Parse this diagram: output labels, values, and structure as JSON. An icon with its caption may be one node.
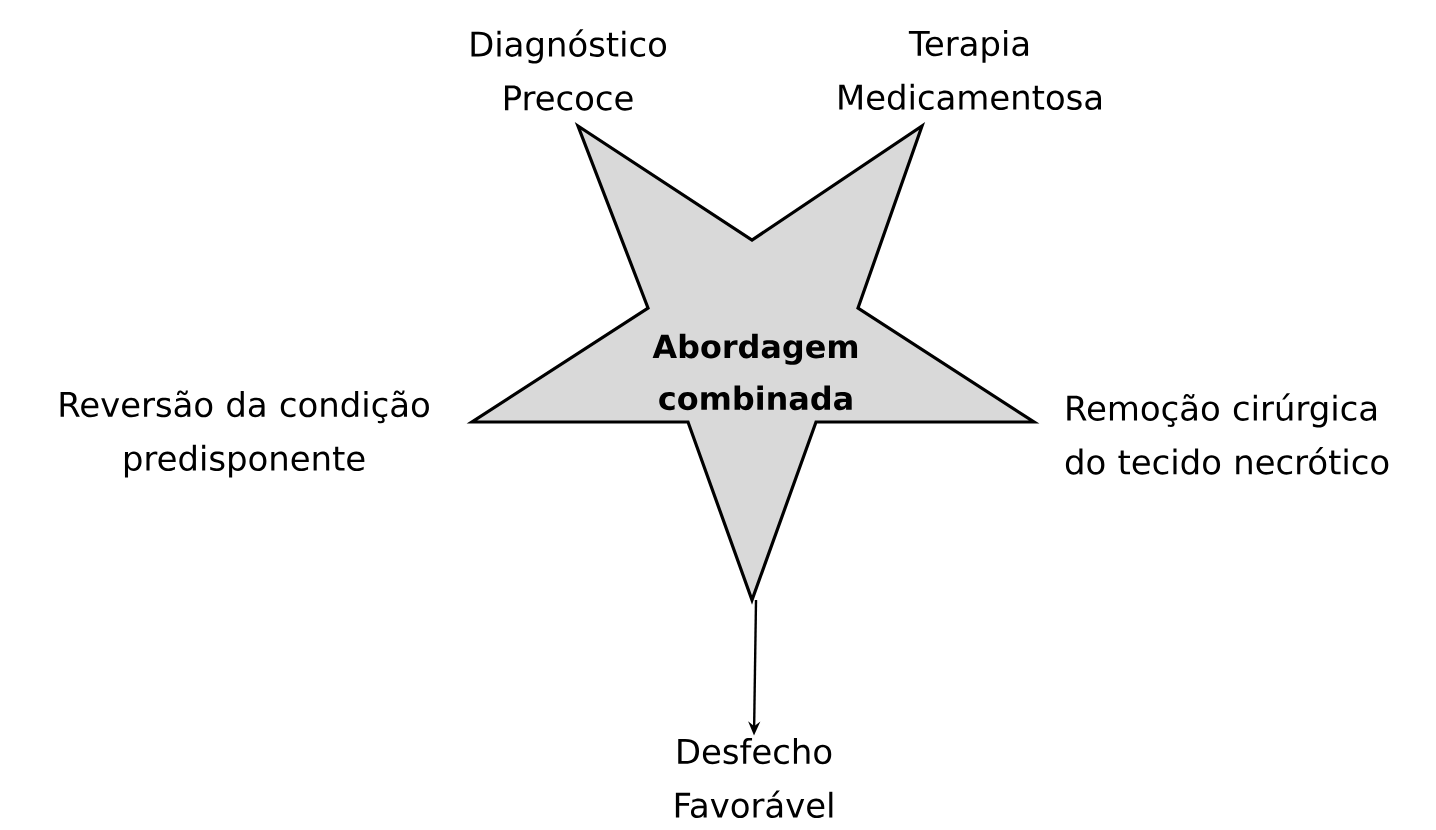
{
  "diagram": {
    "nodes": [
      {
        "text": [
          "Abordagem combinada"
        ]
      },
      {
        "text": [
          "Desfecho Favorável"
        ]
      }
    ],
    "edges": [
      {
        "from": 0,
        "to": 1,
        "arrow": "to"
      }
    ],
    "labels": [
      "Diagnóstico Precoce",
      "Terapia Medicamentosa",
      "Reversão da condição predisponente",
      "Remoção cirúrgica do tecido necrótico"
    ]
  }
}
